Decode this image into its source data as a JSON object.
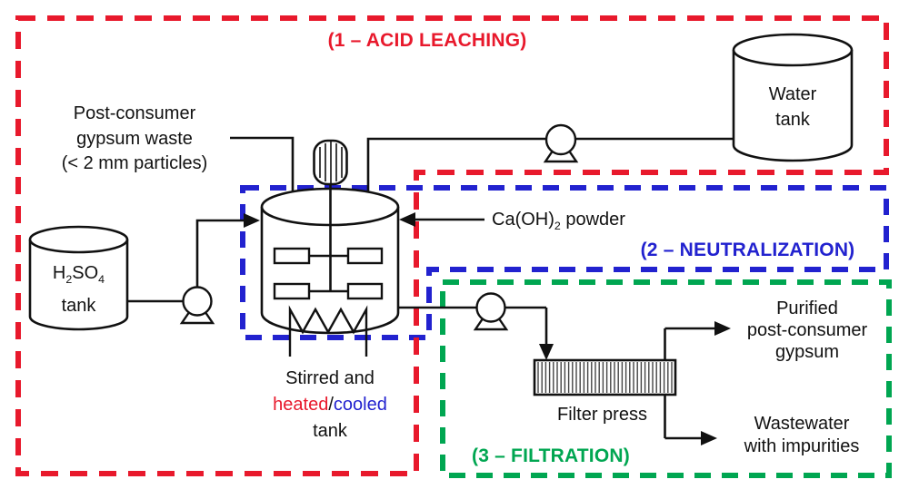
{
  "colors": {
    "red": "#e8192c",
    "blue": "#2222cf",
    "green": "#00a651",
    "ink": "#111111"
  },
  "sections": {
    "s1": "(1 – ACID LEACHING)",
    "s2": "(2 – NEUTRALIZATION)",
    "s3": "(3 – FILTRATION)"
  },
  "labels": {
    "gypsum_line1": "Post-consumer",
    "gypsum_line2": "gypsum waste",
    "gypsum_line3": "(< 2 mm particles)",
    "water_line1": "Water",
    "water_line2": "tank",
    "h2so4_p1": "H",
    "h2so4_s1": "2",
    "h2so4_p2": "SO",
    "h2so4_s2": "4",
    "h2so4_line2": "tank",
    "caoh2_p1": "Ca(OH)",
    "caoh2_sub": "2",
    "caoh2_p2": " powder",
    "stirred_line1": "Stirred and",
    "stirred_heated": "heated",
    "stirred_slash": "/",
    "stirred_cooled": "cooled",
    "stirred_line3": "tank",
    "filter_press": "Filter press",
    "purified_line1": "Purified",
    "purified_line2": "post-consumer",
    "purified_line3": "gypsum",
    "waste_line1": "Wastewater",
    "waste_line2": "with impurities"
  }
}
